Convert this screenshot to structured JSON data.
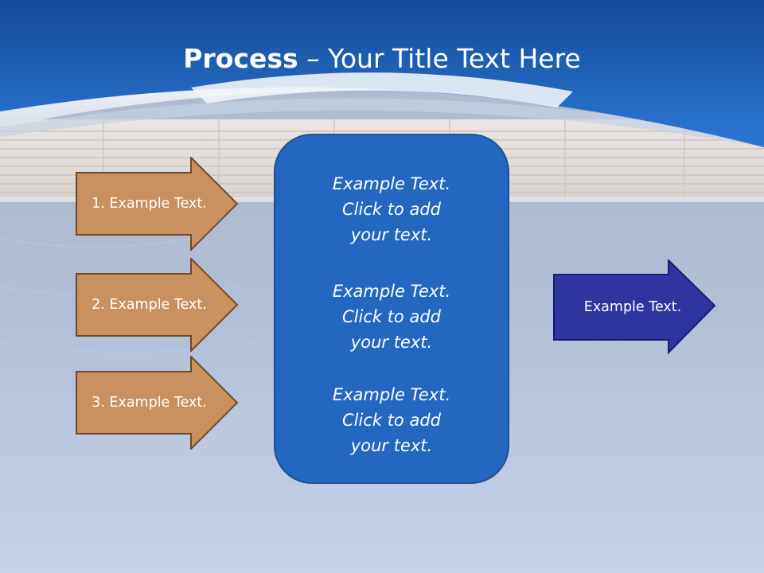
{
  "title": {
    "bold": "Process",
    "separator": " – ",
    "rest": "Your Title Text Here"
  },
  "input_steps": [
    {
      "label": "1. Example Text."
    },
    {
      "label": "2. Example Text."
    },
    {
      "label": "3. Example Text."
    }
  ],
  "center_box": {
    "items": [
      {
        "text": "Example Text.\nClick  to add\nyour text."
      },
      {
        "text": "Example Text.\nClick  to add\nyour text."
      },
      {
        "text": "Example Text.\nClick  to add\nyour text."
      }
    ]
  },
  "output_step": {
    "label": "Example Text."
  },
  "colors": {
    "header_blue": "#1f64c0",
    "input_arrow_fill": "#c8915f",
    "input_arrow_border": "#6e4a25",
    "center_box_fill": "#2467c0",
    "output_arrow_fill": "#2e35a0"
  }
}
